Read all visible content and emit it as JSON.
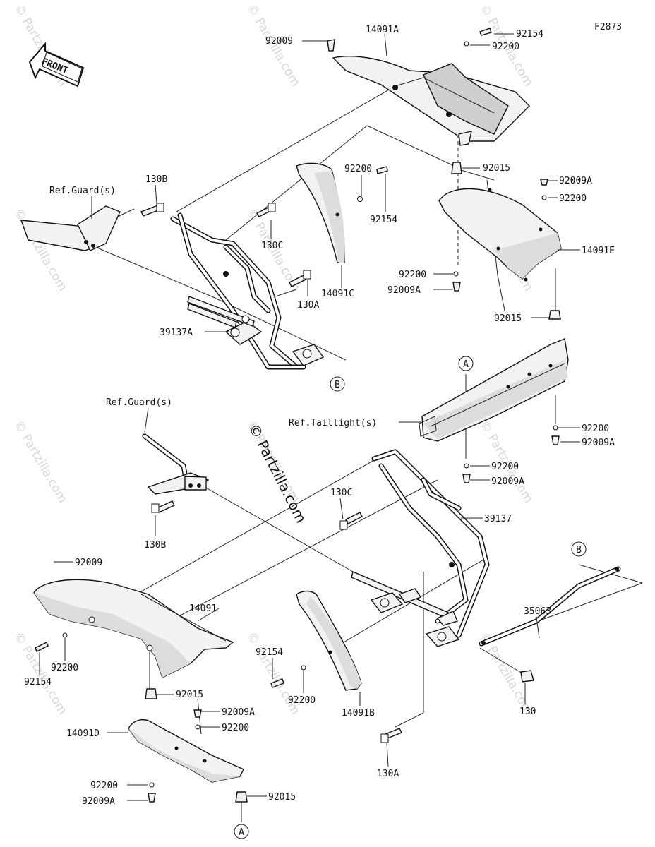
{
  "diagram_code": "F2873",
  "front_label": "FRONT",
  "copyright": "© Partzilla.com",
  "watermark": "© Partzilla.com",
  "callout_a": "A",
  "callout_b": "B",
  "labels": {
    "top_92009": "92009",
    "top_14091A": "14091A",
    "top_92154": "92154",
    "top_92200": "92200",
    "ref_guards_1": "Ref.Guard(s)",
    "l_130B_1": "130B",
    "l_130C_1": "130C",
    "l_130A_1": "130A",
    "l_39137A": "39137A",
    "mid_92200": "92200",
    "mid_92154": "92154",
    "l_14091C": "14091C",
    "r_92015_1": "92015",
    "r_92009A_1": "92009A",
    "r_92200_1": "92200",
    "r_14091E": "14091E",
    "r_92200_2": "92200",
    "r_92009A_2": "92009A",
    "r_92015_2": "92015",
    "ref_taillights": "Ref.Taillight(s)",
    "r_92200_3": "92200",
    "r_92009A_3": "92009A",
    "r_92200_4": "92200",
    "r_92009A_4": "92009A",
    "ref_guards_2": "Ref.Guard(s)",
    "l_130C_2": "130C",
    "l_39137": "39137",
    "l_130B_2": "130B",
    "bl_92009": "92009",
    "l_14091": "14091",
    "bl_92154": "92154",
    "bl_92200": "92200",
    "bl_92015": "92015",
    "bm_92154": "92154",
    "bm_92200": "92200",
    "l_14091B": "14091B",
    "l_35063": "35063",
    "l_130": "130",
    "bd_92009A": "92009A",
    "bd_92200": "92200",
    "l_14091D": "14091D",
    "bd_92200b": "92200",
    "bd_92009Ab": "92009A",
    "bd_92015": "92015",
    "l_130A_2": "130A"
  }
}
